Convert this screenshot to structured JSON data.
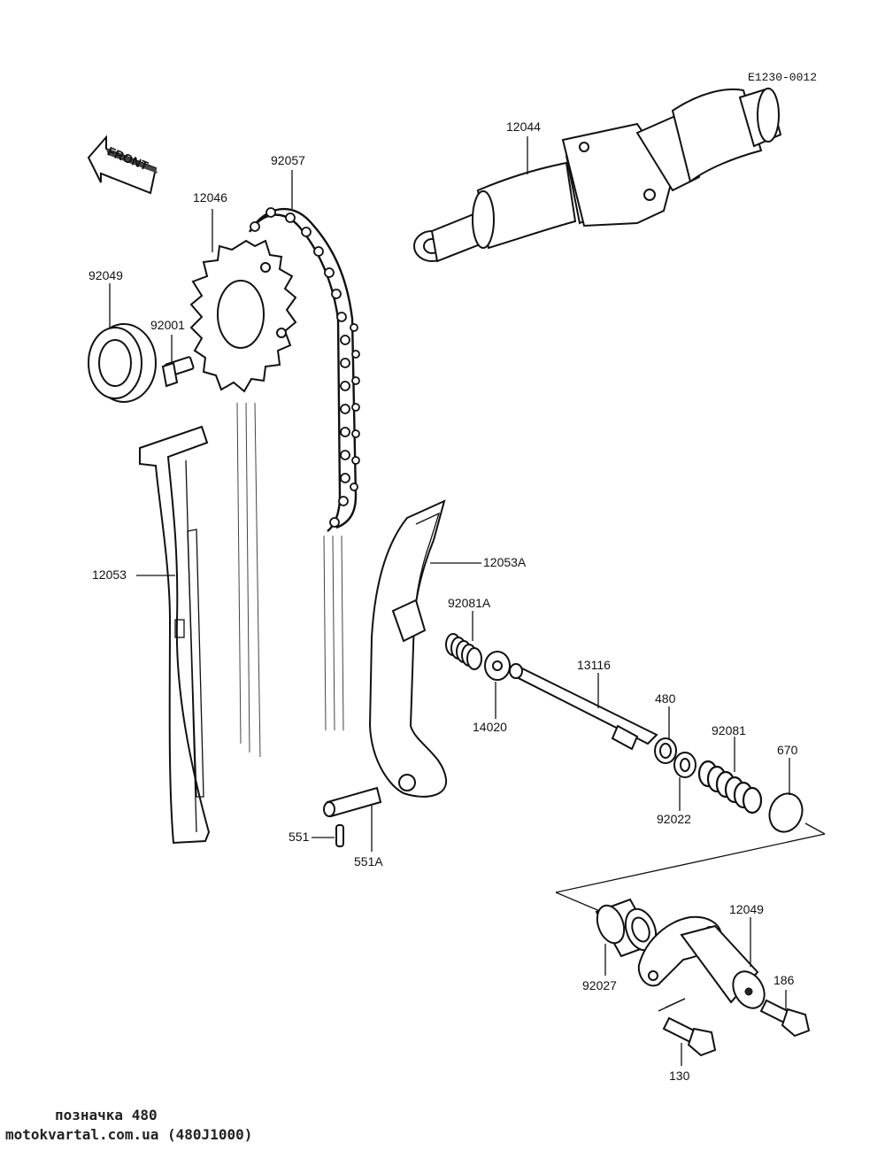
{
  "diagram_code": "E1230-0012",
  "front_label": "FRONT",
  "parts": {
    "p12044": "12044",
    "p92057": "92057",
    "p12046": "12046",
    "p92049": "92049",
    "p92001": "92001",
    "p12053": "12053",
    "p12053A": "12053A",
    "p92081A": "92081A",
    "p13116": "13116",
    "p14020": "14020",
    "p480": "480",
    "p92081": "92081",
    "p670": "670",
    "p92022": "92022",
    "p551": "551",
    "p551A": "551A",
    "p12049": "12049",
    "p92027": "92027",
    "p186": "186",
    "p130": "130"
  },
  "footer": {
    "line1": "позначка 480",
    "line2": "motokvartal.com.ua (480J1000)"
  }
}
